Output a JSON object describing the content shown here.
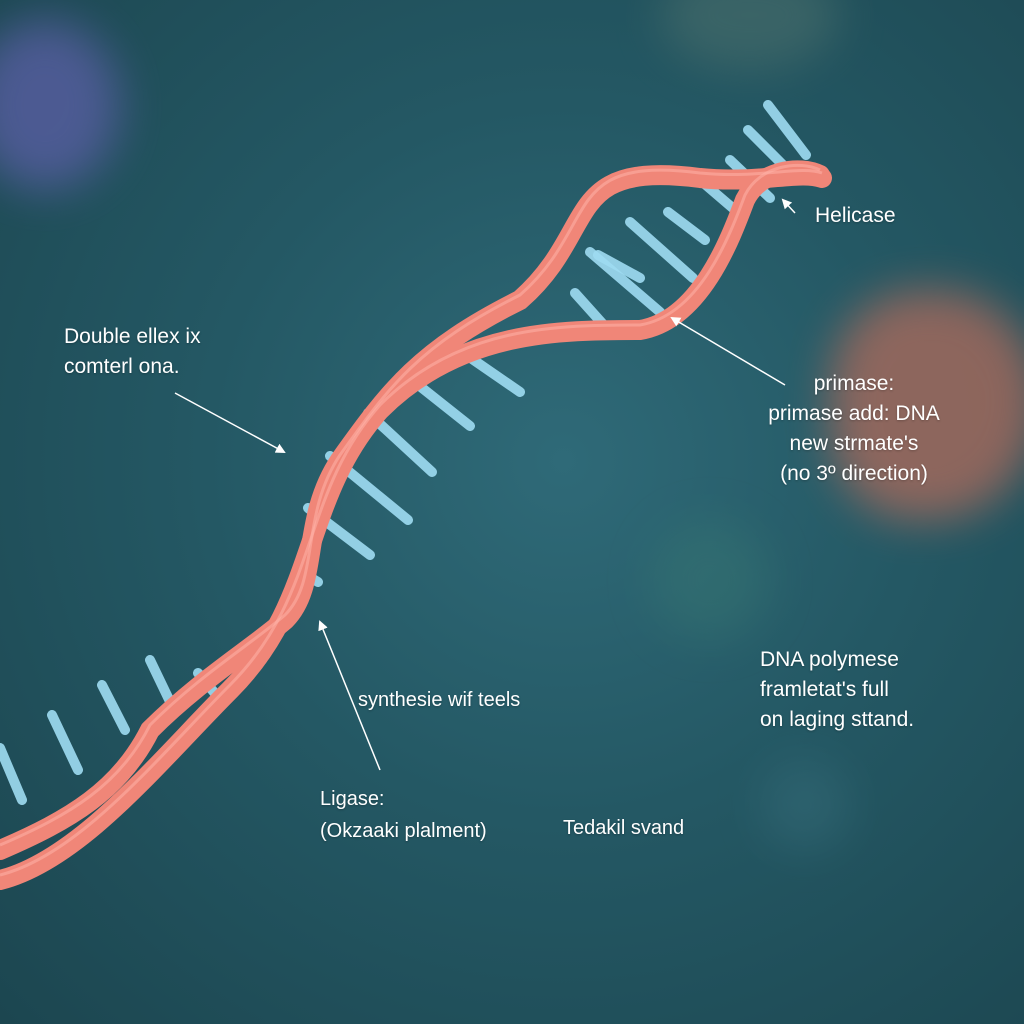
{
  "labels": {
    "helicase": "Helicase",
    "double_helix": [
      "Double ellex ix",
      "comterl ona."
    ],
    "primase": [
      "primase:",
      "primase add: DNA",
      "new strmate's",
      "(no 3º direction)"
    ],
    "synthesis": "synthesie wif teels",
    "polymerase": [
      "DNA polymese",
      "framletat's full",
      "on laging sttand."
    ],
    "ligase": [
      "Ligase:",
      "(Okzaaki plalment)"
    ],
    "template_strand": "Tedakil svand"
  },
  "colors": {
    "strand": "#f08678",
    "strand_highlight": "#ffb3a7",
    "base_pair": "#9fdcf2",
    "arrow": "#ffffff"
  }
}
